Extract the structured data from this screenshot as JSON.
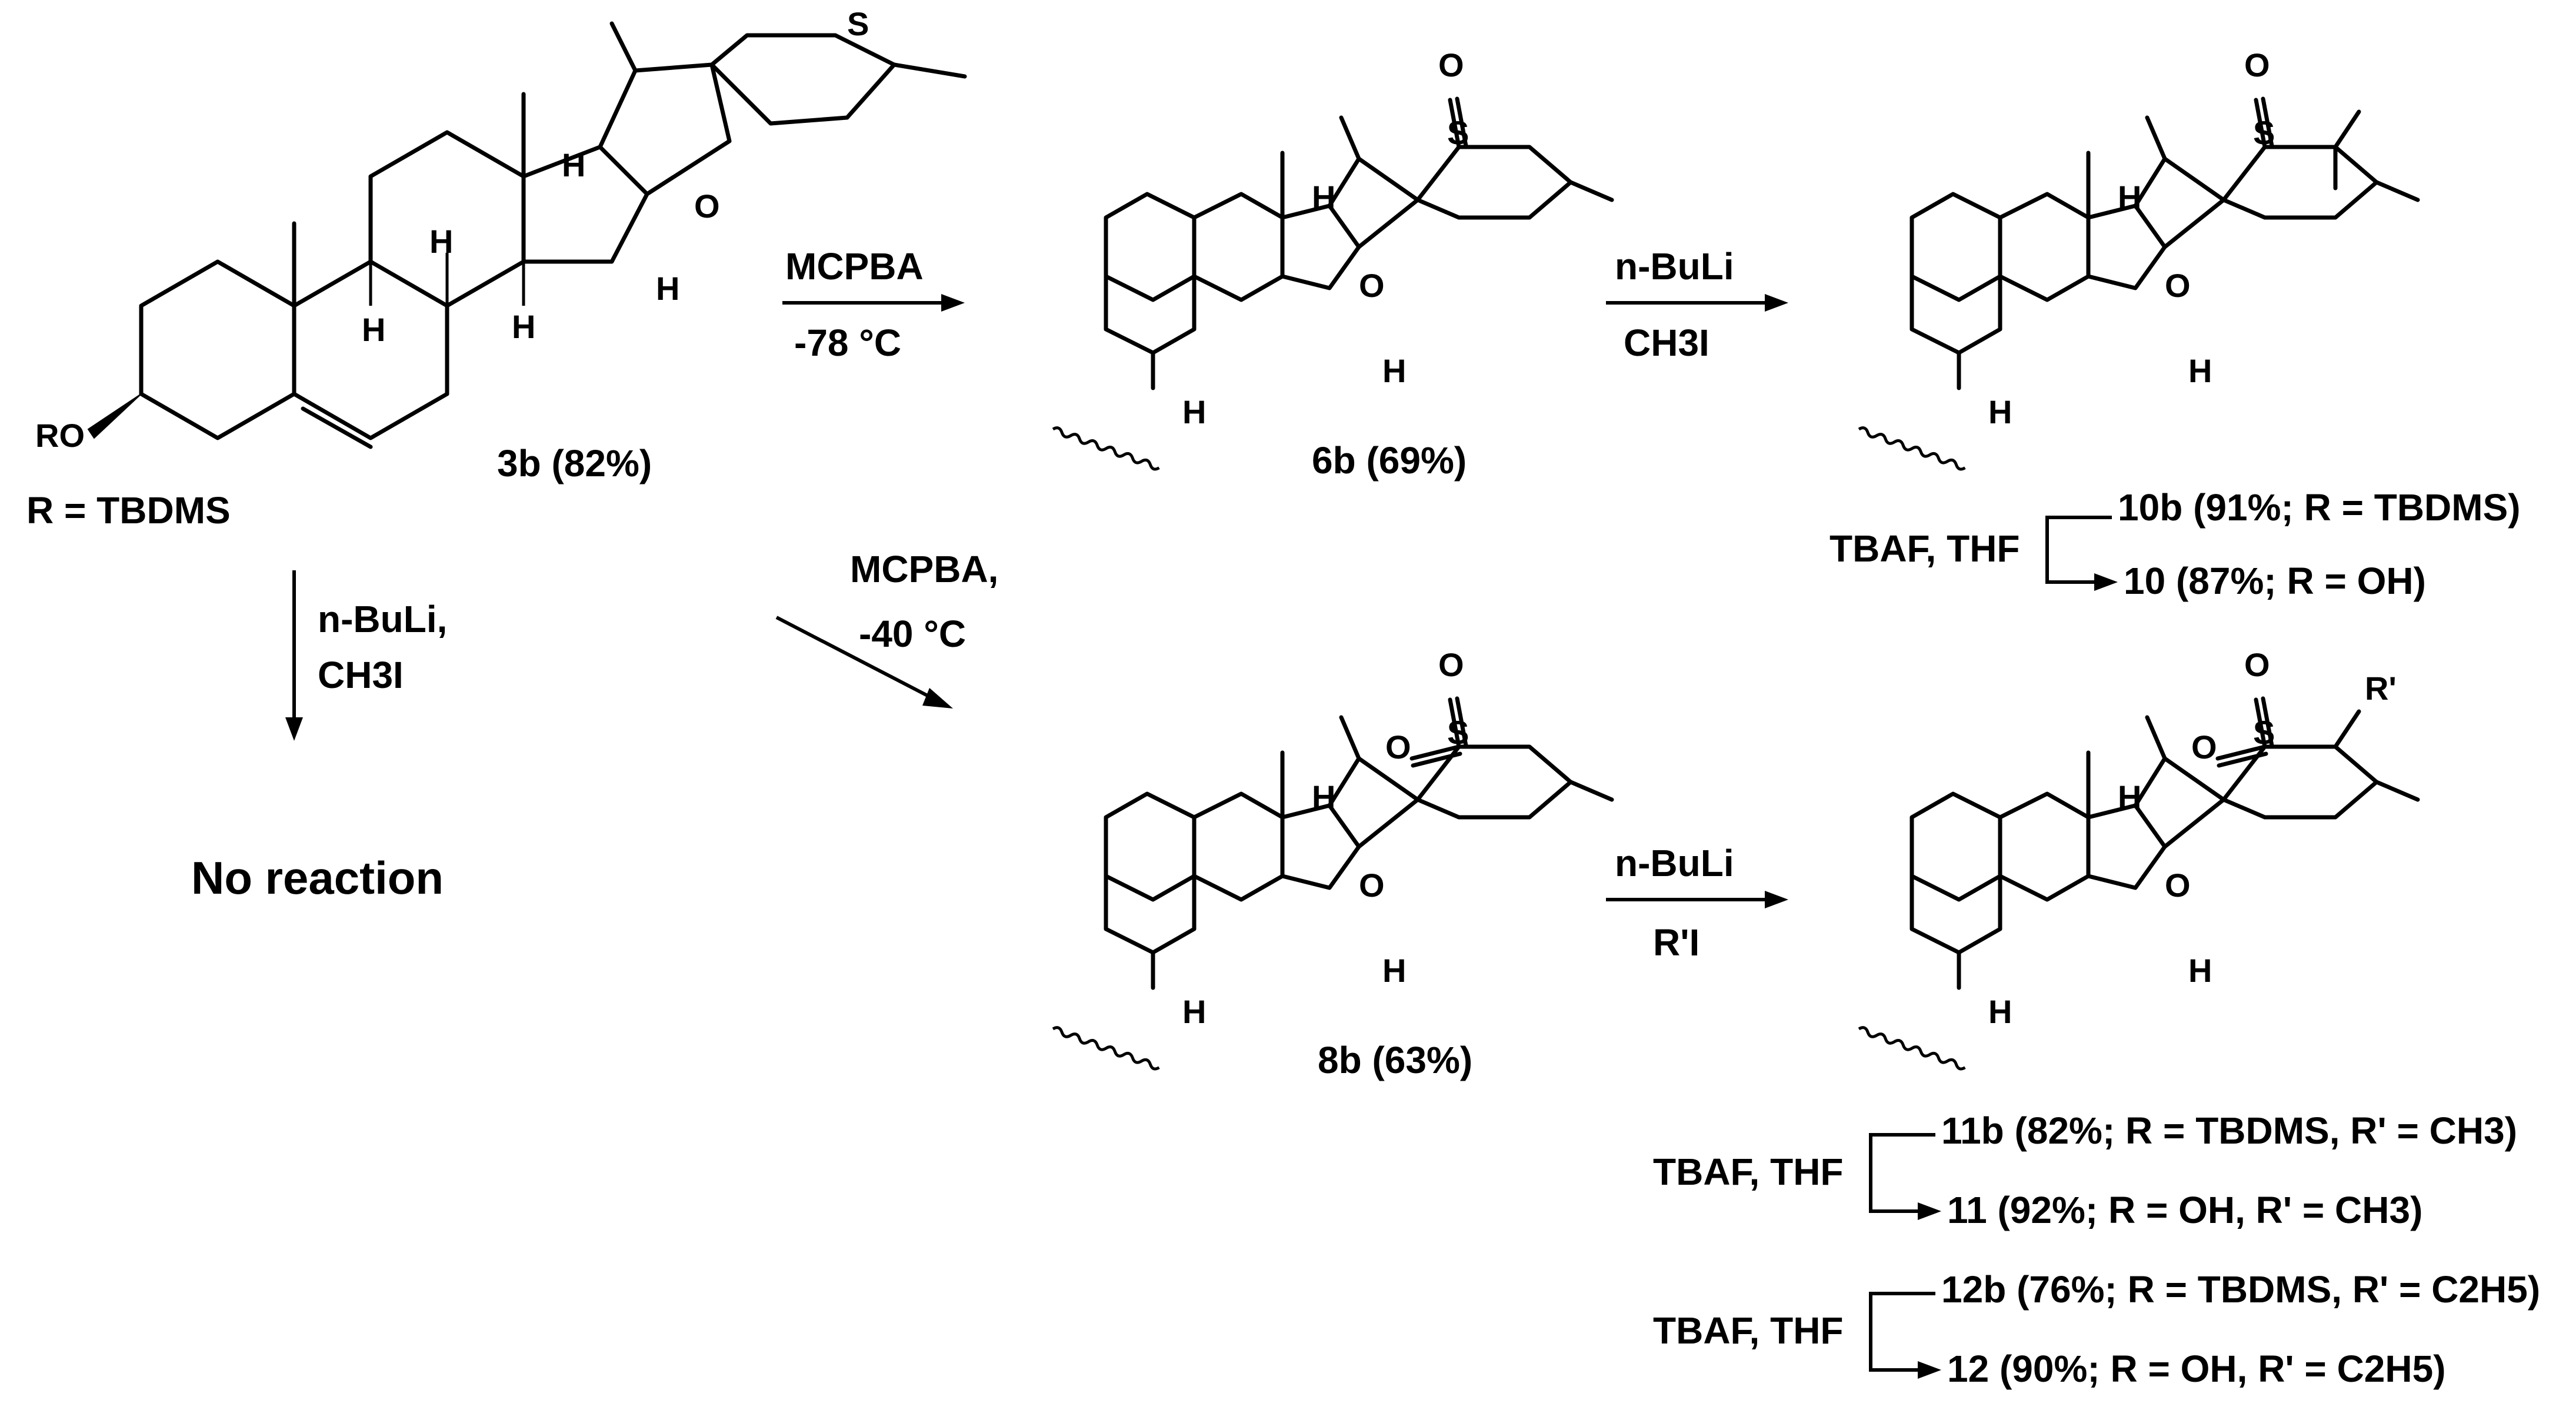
{
  "compounds": {
    "c3b": "3b (82%)",
    "r_def": "R = TBDMS",
    "c6b": "6b (69%)",
    "c8b": "8b (63%)"
  },
  "conditions": {
    "step1_top": "MCPBA",
    "step1_bottom": "-78 °C",
    "step2_top": "MCPBA,",
    "step2_bottom": "-40 °C",
    "step3_top": "n-BuLi,",
    "step3_bottom": "CH3I",
    "step4_top": "n-BuLi",
    "step4_bottom": "CH3I",
    "step5_top": "n-BuLi",
    "step5_bottom": "R'I"
  },
  "results": {
    "no_reaction": "No reaction",
    "deprotect": "TBAF, THF",
    "p10b": "10b (91%; R = TBDMS)",
    "p10": "10 (87%; R = OH)",
    "p11b": "11b (82%; R = TBDMS, R' = CH3)",
    "p11": "11 (92%; R = OH, R' = CH3)",
    "p12b": "12b (76%; R = TBDMS, R' = C2H5)",
    "p12": "12 (90%; R = OH, R' = C2H5)"
  },
  "atoms": {
    "S": "S",
    "O": "O",
    "H": "H",
    "RO": "RO",
    "Rp": "R'"
  }
}
